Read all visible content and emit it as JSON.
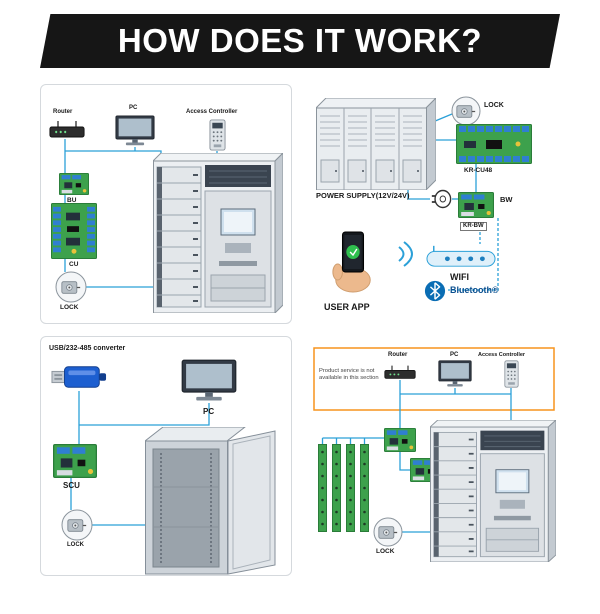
{
  "header": {
    "title": "HOW DOES IT WORK?"
  },
  "colors": {
    "banner_black": "#161616",
    "wire_blue": "#2ba0d8",
    "board_green": "#3da14c",
    "highlight_orange": "#f7941d",
    "bluetooth_blue": "#0a6db4"
  },
  "panels": {
    "wired": {
      "labels": {
        "router": "Router",
        "pc": "PC",
        "access_controller": "Access Controller",
        "bu": "BU",
        "cu": "CU",
        "lock": "LOCK"
      }
    },
    "wireless": {
      "labels": {
        "lock": "LOCK",
        "kr_cu48": "KR-CU48",
        "power_supply": "POWER SUPPLY(12V/24V)",
        "bw": "BW",
        "kr_bw": "KR-BW",
        "wifi": "WIFI",
        "user_app": "USER APP",
        "bluetooth": "Bluetooth®"
      }
    },
    "converter": {
      "labels": {
        "usb_converter": "USB/232-485 converter",
        "pc": "PC",
        "scu": "SCU",
        "lock": "LOCK"
      }
    },
    "network": {
      "labels": {
        "router": "Router",
        "pc": "PC",
        "access_controller": "Access Controller",
        "note": "Product service is not available in this section",
        "lock": "LOCK"
      }
    }
  }
}
